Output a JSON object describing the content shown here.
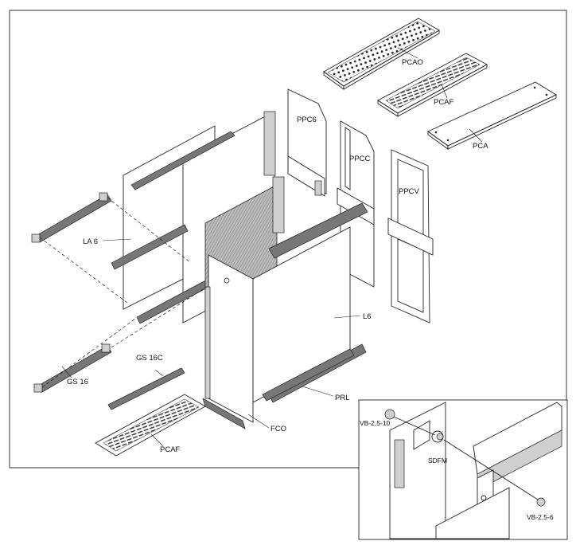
{
  "labels": {
    "pcao": "PCAO",
    "pcaf_top": "PCAF",
    "pca": "PCA",
    "ppc6": "PPC6",
    "ppcc": "PPCC",
    "ppcv": "PPCV",
    "la6": "LA 6",
    "l6": "L6",
    "gs16c": "GS 16C",
    "gs16": "GS 16",
    "prl": "PRL",
    "fco": "FCO",
    "pcaf_bottom": "PCAF",
    "vb_2_5_10": "VB-2,5-10",
    "sdfm": "SDFM",
    "vb_2_5_6": "VB-2,5-6"
  }
}
